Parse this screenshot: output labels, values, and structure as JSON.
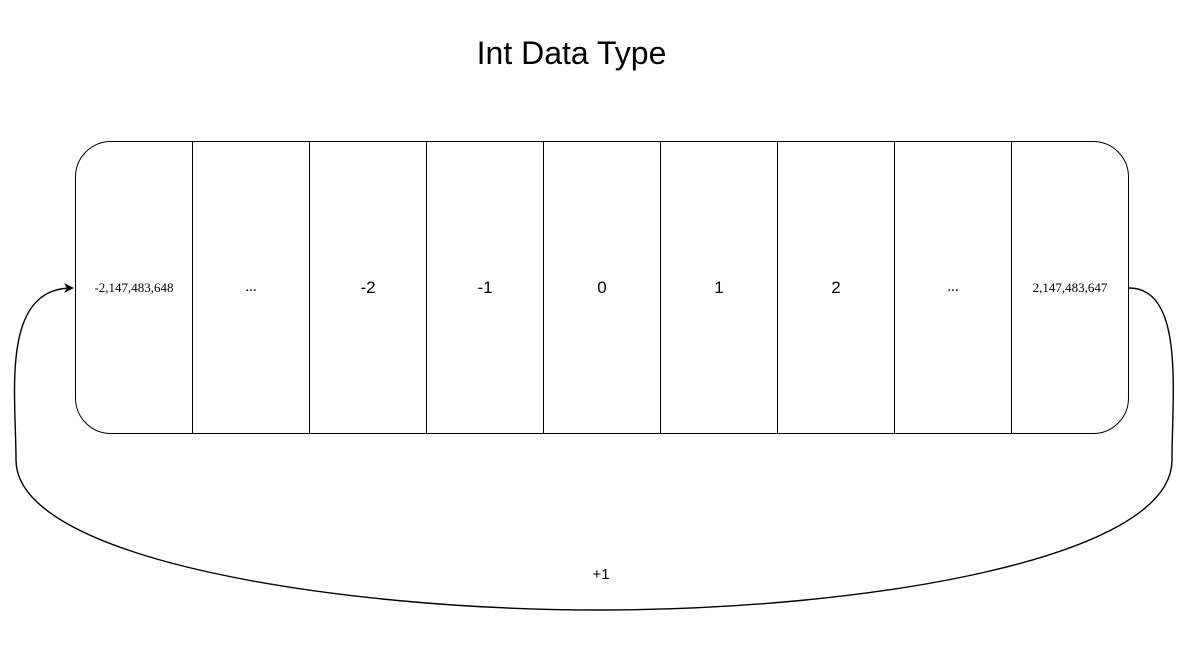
{
  "title": "Int Data Type",
  "cells": [
    "-2,147,483,648",
    "...",
    "-2",
    "-1",
    "0",
    "1",
    "2",
    "...",
    "2,147,483,647"
  ],
  "loop_label": "+1",
  "colors": {
    "stroke": "#000000",
    "background": "#ffffff"
  }
}
